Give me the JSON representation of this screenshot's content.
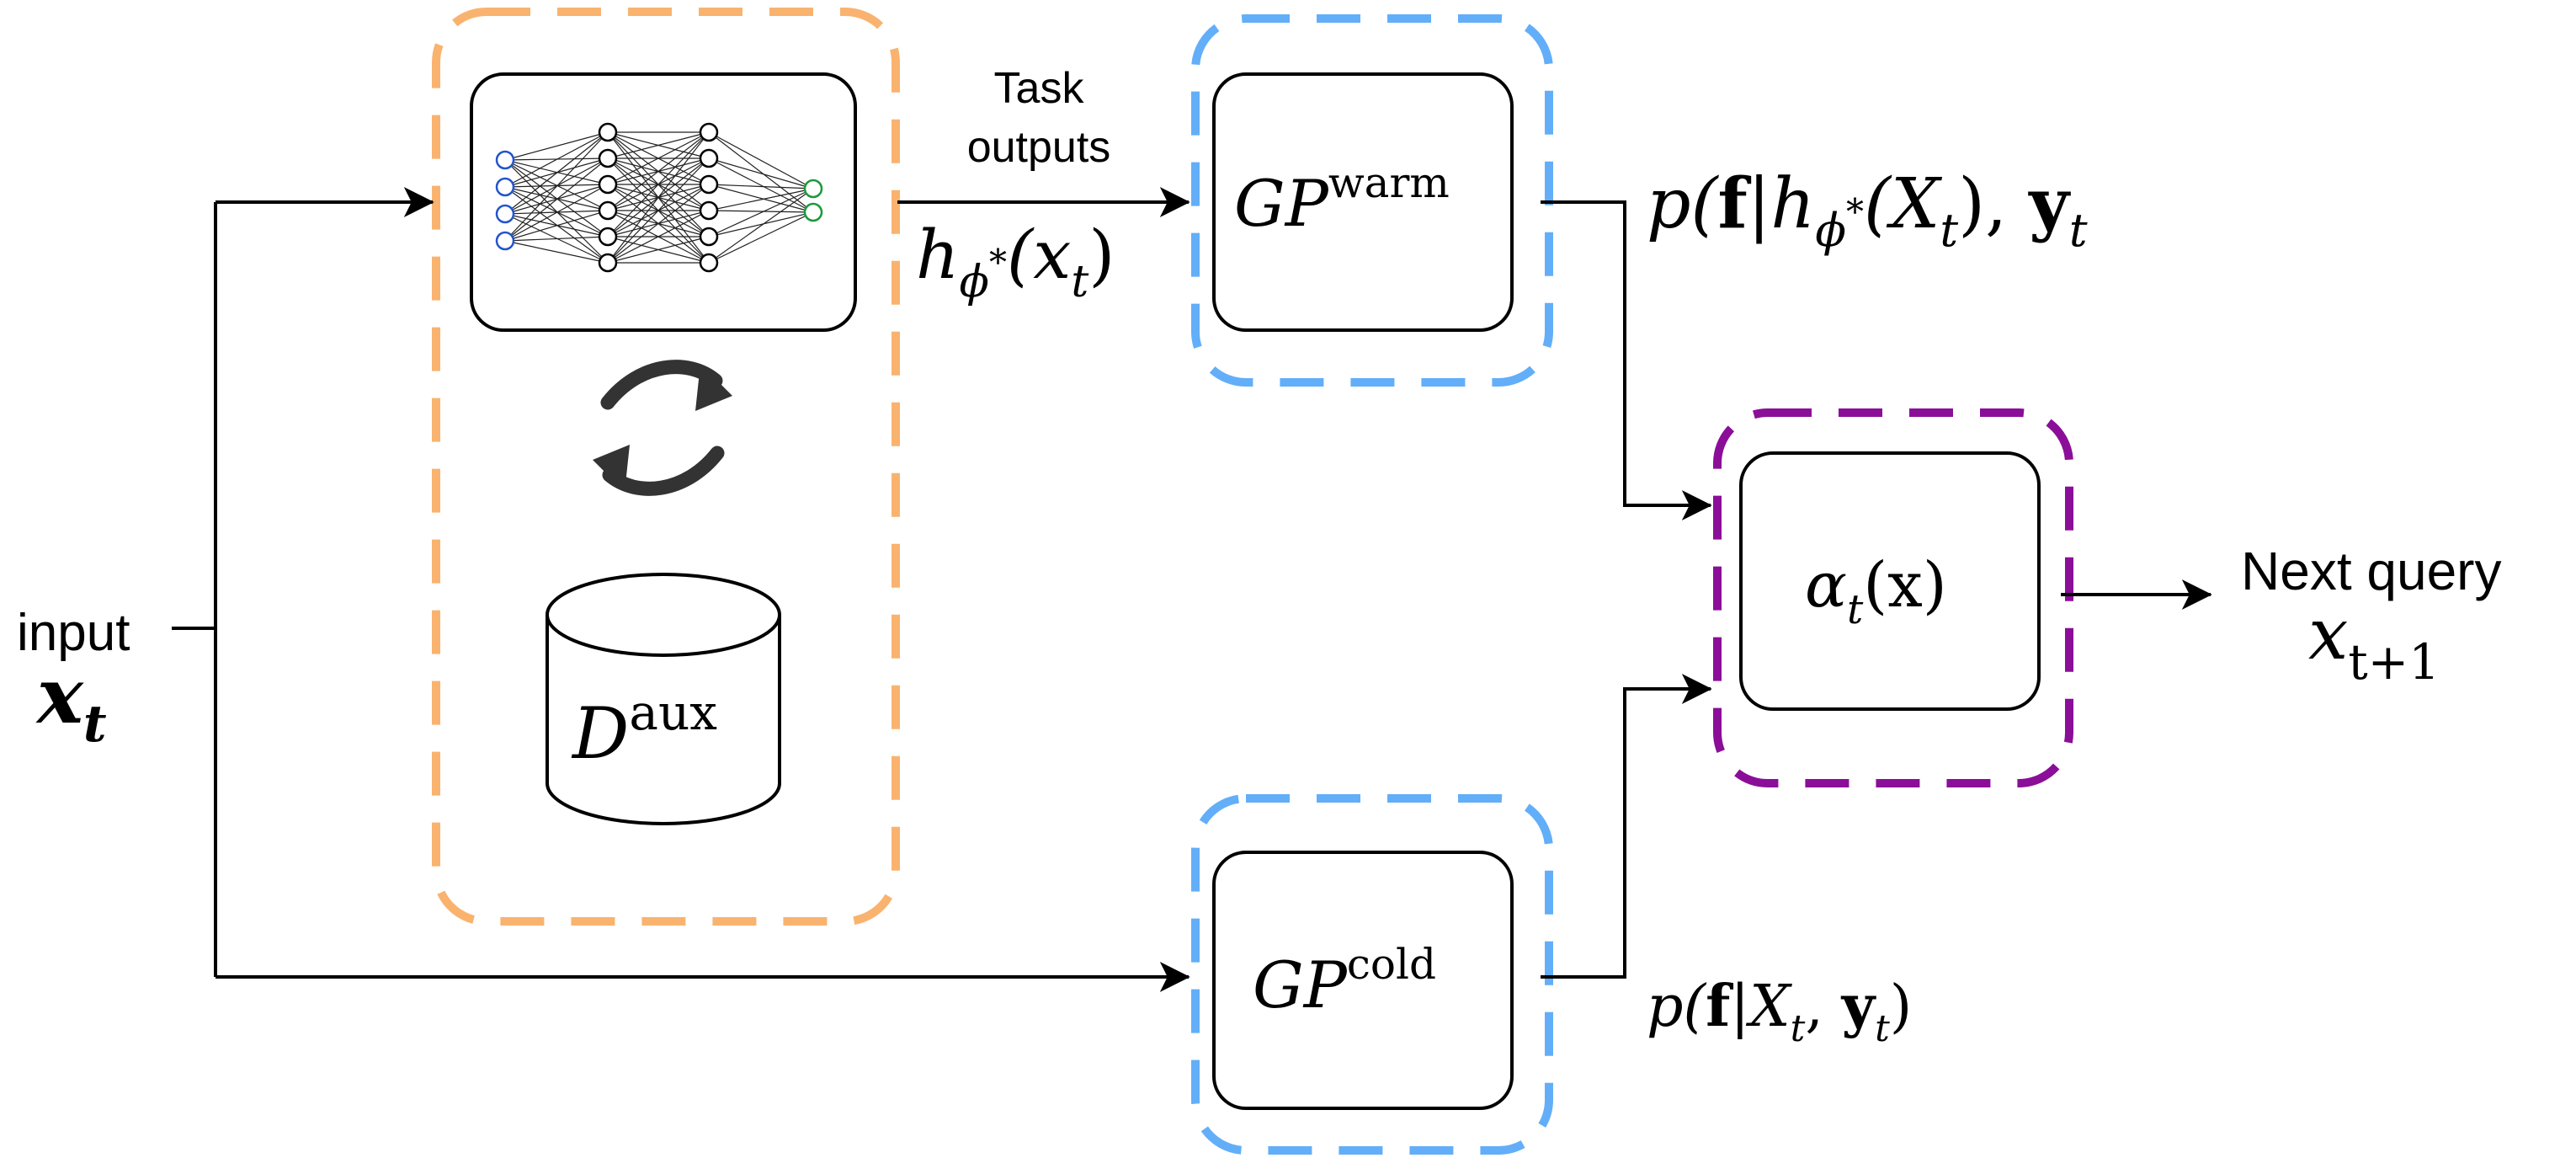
{
  "input": {
    "label": "input",
    "var_base": "x",
    "var_sub": "t"
  },
  "task_outputs": {
    "line1": "Task",
    "line2": "outputs"
  },
  "feature_map": {
    "h": "h",
    "phi": "ϕ",
    "star": "*",
    "arg": "(x",
    "arg_sub": "t",
    "close": ")"
  },
  "aux_dataset": {
    "D": "D",
    "sup": "aux"
  },
  "gp_warm": {
    "GP": "GP",
    "sup": "warm"
  },
  "gp_cold": {
    "GP": "GP",
    "sup": "cold"
  },
  "posterior_warm": {
    "p_open": "p(",
    "f": "f",
    "bar": "|",
    "h": "h",
    "phi": "ϕ",
    "star": "*",
    "X": "(X",
    "X_sub": "t",
    "comma": "), ",
    "y": "y",
    "y_sub": "t"
  },
  "posterior_cold": {
    "p_open": "p(",
    "f": "f",
    "bar": "|X",
    "X_sub": "t",
    "comma": ", ",
    "y": "y",
    "y_sub": "t",
    "close": ")"
  },
  "acquisition": {
    "alpha": "α",
    "alpha_sub": "t",
    "arg": "(x)"
  },
  "next_query": {
    "label": "Next query",
    "var_base": "x",
    "var_sub": "t+1"
  },
  "colors": {
    "orange": "#f9b36f",
    "blue": "#63aef8",
    "purple": "#8b0e99",
    "black": "#000000",
    "nn_blue": "#2255cc",
    "nn_green": "#1a9a3a"
  },
  "icons": {
    "neural_network": "neural-network-icon",
    "refresh": "refresh-cycle-icon",
    "database": "database-cylinder-icon"
  }
}
